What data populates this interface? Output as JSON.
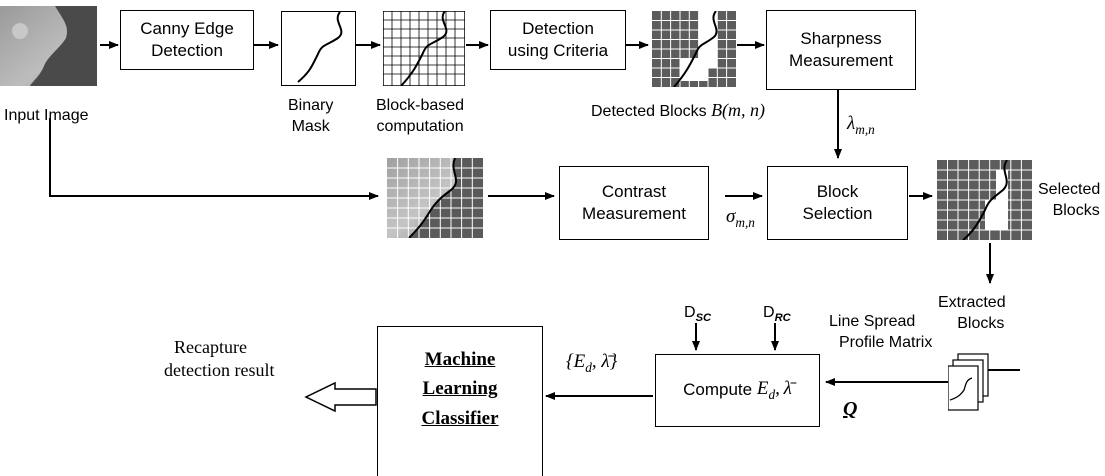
{
  "boxes": {
    "canny": [
      "Canny Edge",
      "Detection"
    ],
    "detection": [
      "Detection",
      "using Criteria"
    ],
    "sharpness": [
      "Sharpness",
      "Measurement"
    ],
    "contrast": [
      "Contrast",
      "Measurement"
    ],
    "block_selection": [
      "Block",
      "Selection"
    ],
    "compute": "Compute",
    "classifier": [
      "Machine",
      "Learning",
      "Classifier"
    ]
  },
  "labels": {
    "input_image": "Input Image",
    "binary_mask": [
      "Binary",
      "Mask"
    ],
    "block_based": [
      "Block-based",
      "computation"
    ],
    "detected_blocks": "Detected Blocks",
    "detected_blocks_math": "B(m, n)",
    "lambda": "λ",
    "lambda_sub": "m,n",
    "sigma": "σ",
    "sigma_sub": "m,n",
    "selected_blocks": [
      "Selected",
      "Blocks"
    ],
    "extracted_blocks": [
      "Extracted",
      "Blocks"
    ],
    "line_spread": [
      "Line Spread",
      "Profile Matrix"
    ],
    "d_sc": "D",
    "d_sc_sub": "SC",
    "d_rc": "D",
    "d_rc_sub": "RC",
    "q": "Q",
    "compute_math": "E",
    "compute_math_sub": "d",
    "compute_lambda": "λ̄",
    "set_math": "{E",
    "set_math_sub": "d",
    "set_lambda": ", λ̄}",
    "recapture": [
      "Recapture",
      "detection result"
    ]
  },
  "colors": {
    "dark_block": "#5c5c5c",
    "grid_line": "#ffffff",
    "stroke": "#000000"
  }
}
